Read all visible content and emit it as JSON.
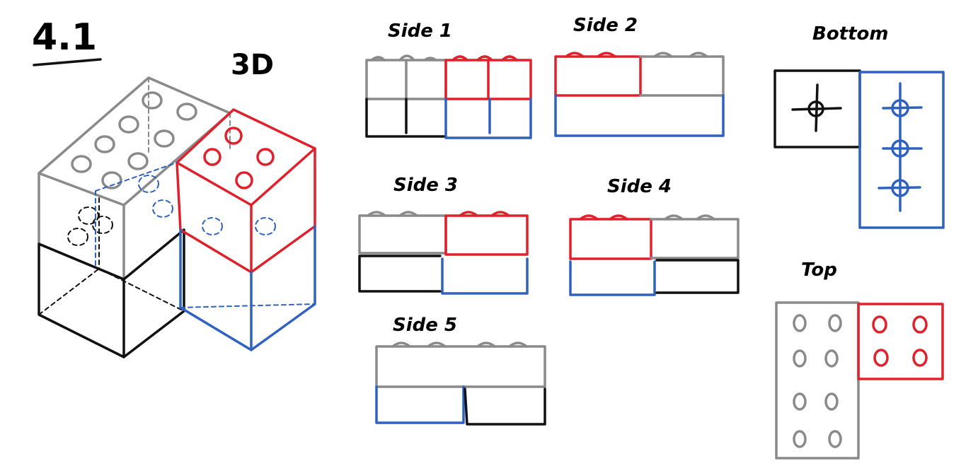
{
  "title": "4.1",
  "view_3d_label": "3D",
  "views": {
    "side1": "Side 1",
    "side2": "Side 2",
    "side3": "Side 3",
    "side4": "Side 4",
    "side5": "Side 5",
    "bottom": "Bottom",
    "top": "Top"
  },
  "colors": {
    "gray": "#8a8a8a",
    "red": "#e0202a",
    "blue": "#2f62c0",
    "black": "#111111"
  }
}
